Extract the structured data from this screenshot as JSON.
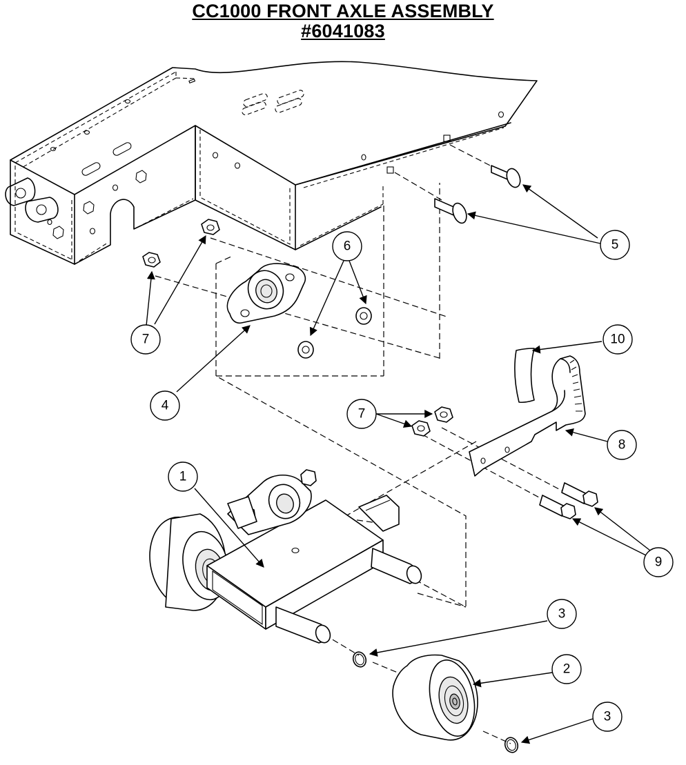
{
  "title": {
    "line1": "CC1000 FRONT AXLE ASSEMBLY",
    "line2": "#6041083"
  },
  "callouts": {
    "c1": "1",
    "c2": "2",
    "c3a": "3",
    "c3b": "3",
    "c4": "4",
    "c5": "5",
    "c6": "6",
    "c7a": "7",
    "c7b": "7",
    "c8": "8",
    "c9": "9",
    "c10": "10"
  }
}
